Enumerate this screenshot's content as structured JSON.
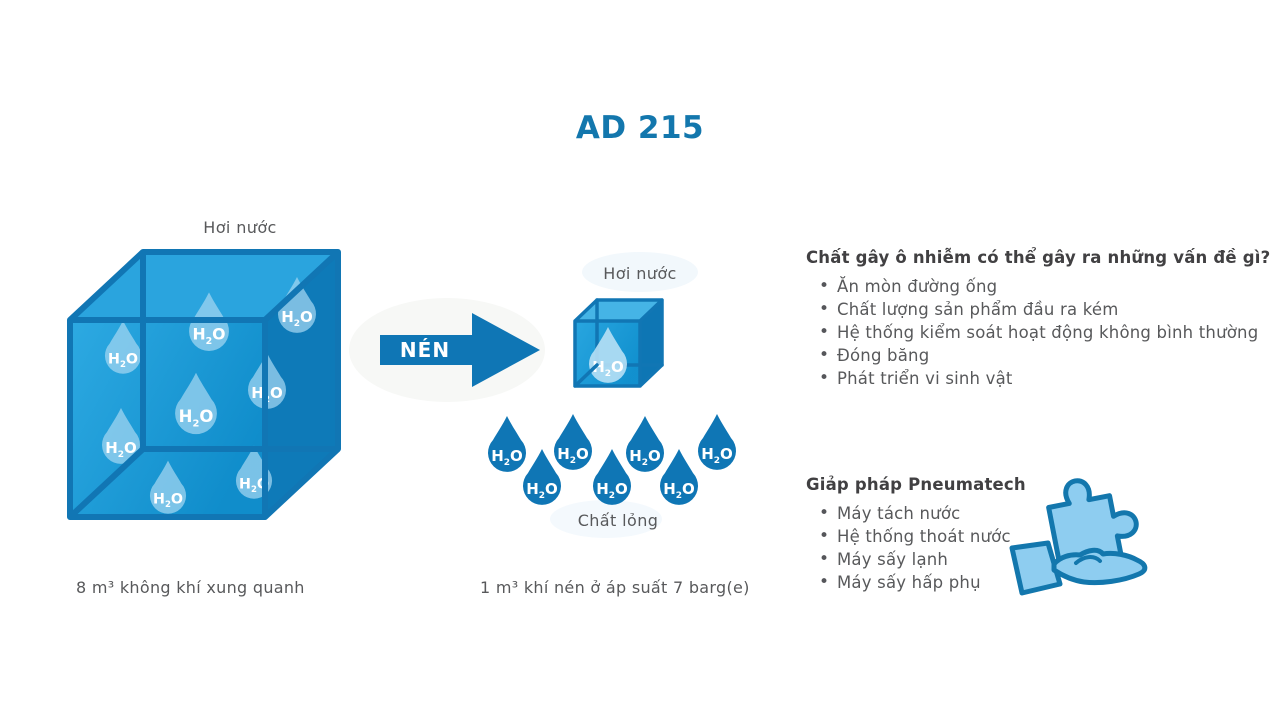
{
  "title": "AD 215",
  "labels": {
    "vapor_big": "Hơi nước",
    "vapor_small": "Hơi nước",
    "liquid": "Chất lỏng"
  },
  "captions": {
    "ambient": "8 m³ không khí xung quanh",
    "compressed": "1 m³ khí nén ở áp suất 7 barg(e)"
  },
  "arrow": {
    "label": "NÉN"
  },
  "droplet": {
    "h": "H",
    "sub": "2",
    "o": "O"
  },
  "figures": {
    "big_cube_droplet_count": 8,
    "small_cube_droplet_count": 1,
    "falling_droplet_count": 7
  },
  "problems": {
    "heading": "Chất gây ô nhiễm có thể gây ra những vấn đề gì?",
    "items": [
      "Ăn mòn đường ống",
      "Chất lượng sản phẩm đầu ra kém",
      "Hệ thống kiểm soát hoạt động không bình thường",
      "Đóng băng",
      "Phát triển vi sinh vật"
    ]
  },
  "solutions": {
    "heading": "Giảp pháp Pneumatech",
    "items": [
      "Máy tách nước",
      "Hệ thống thoát nước",
      "Máy sấy lạnh",
      "Máy sấy hấp phụ"
    ]
  },
  "icons": {
    "puzzle_hand": "hand-holding-puzzle-icon",
    "droplet": "water-droplet-icon"
  },
  "colors": {
    "brand_blue": "#0f76b5",
    "edge_blue": "#1176b4",
    "title_blue": "#1377ad",
    "face_blue": "#1697d6",
    "light_droplet": "#9fd4f0",
    "icon_fill": "#8ecdf0",
    "text_gray": "#58595b",
    "heading_dark": "#414042"
  }
}
